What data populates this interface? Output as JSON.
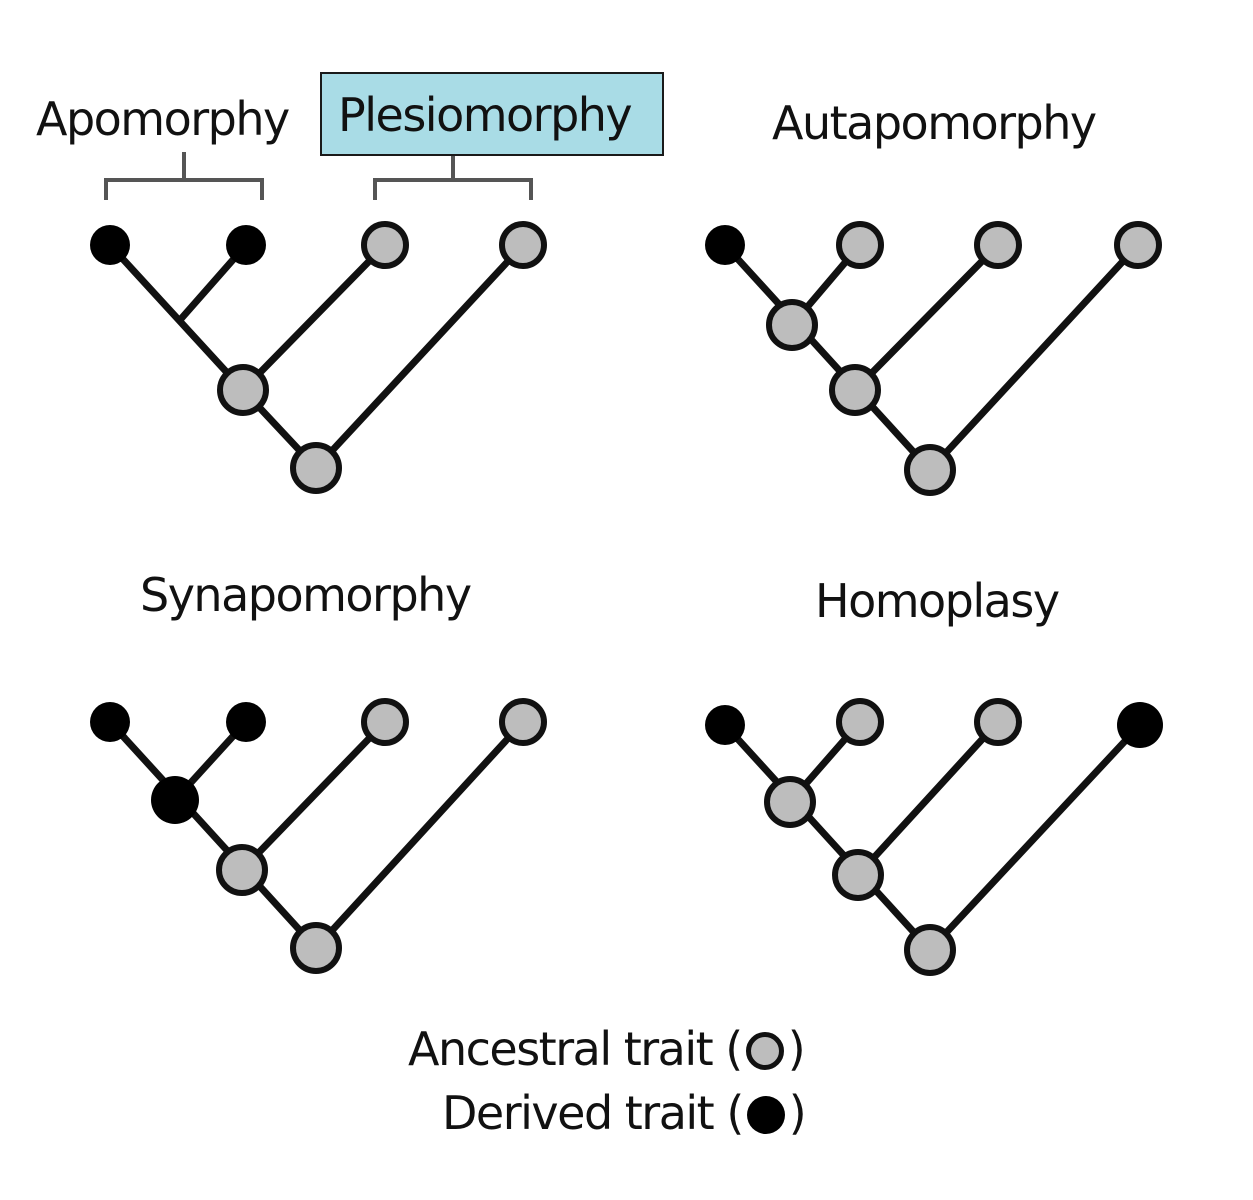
{
  "colors": {
    "ancestral_fill": "#bdbdbd",
    "derived_fill": "#000000",
    "highlight": "#a9dce6",
    "line": "#111111"
  },
  "panels": {
    "top_left": {
      "labels": [
        "Apomorphy",
        "Plesiomorphy"
      ],
      "highlighted_label": "Plesiomorphy",
      "tips": [
        "derived",
        "derived",
        "ancestral",
        "ancestral"
      ],
      "internal_nodes": [
        "ancestral",
        "ancestral"
      ]
    },
    "top_right": {
      "label": "Autapomorphy",
      "tips": [
        "derived",
        "ancestral",
        "ancestral",
        "ancestral"
      ],
      "internal_nodes": [
        "ancestral",
        "ancestral",
        "ancestral"
      ]
    },
    "bottom_left": {
      "label": "Synapomorphy",
      "tips": [
        "derived",
        "derived",
        "ancestral",
        "ancestral"
      ],
      "internal_nodes": [
        "derived",
        "ancestral",
        "ancestral"
      ]
    },
    "bottom_right": {
      "label": "Homoplasy",
      "tips": [
        "derived",
        "ancestral",
        "ancestral",
        "derived"
      ],
      "internal_nodes": [
        "ancestral",
        "ancestral",
        "ancestral"
      ]
    }
  },
  "legend": {
    "ancestral": "Ancestral trait",
    "derived": "Derived trait",
    "open_paren": "(",
    "close_paren": ")"
  }
}
